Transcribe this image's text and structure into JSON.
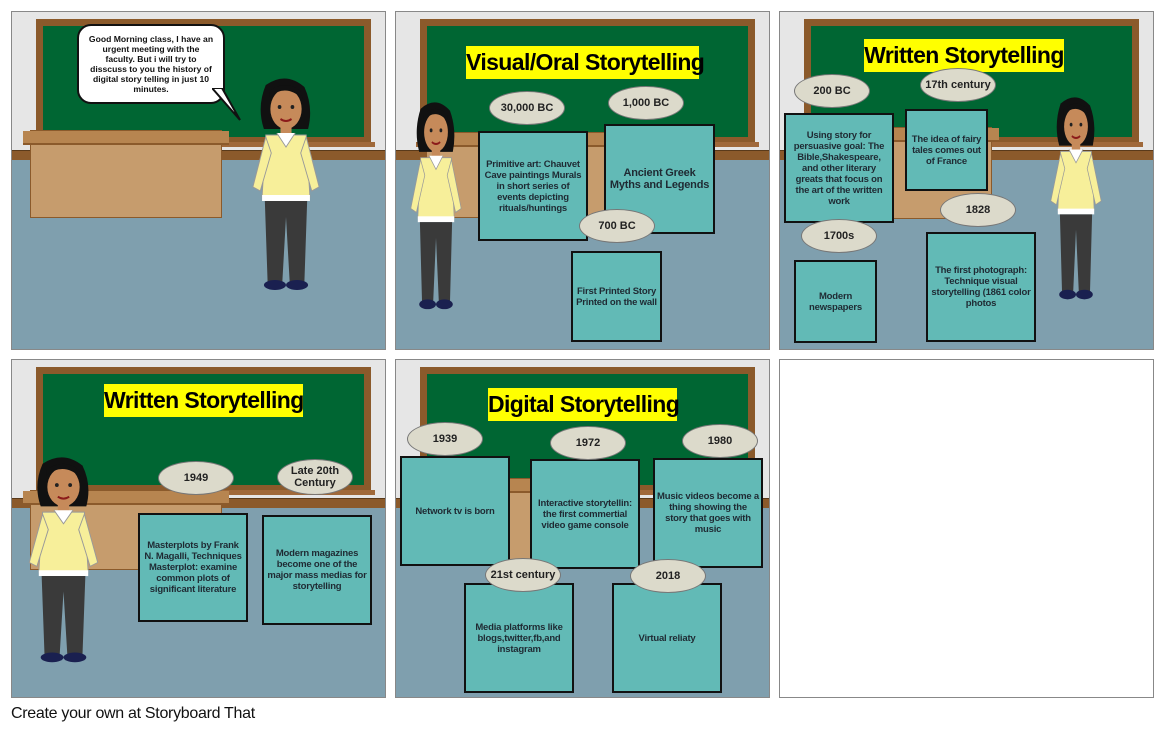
{
  "panels": [
    {
      "speech": "Good Morning class, I have an urgent meeting with the faculty. But i will try to disscuss to you the history of digital story telling in just 10 minutes."
    },
    {
      "title": "Visual/Oral Storytelling",
      "dates": [
        "30,000 BC",
        "1,000 BC",
        "700 BC"
      ],
      "boxes": [
        "Primitive art: Chauvet Cave paintings Murals in short series of events depicting rituals/huntings",
        "Ancient Greek Myths and Legends",
        "First Printed Story Printed on the wall"
      ]
    },
    {
      "title": "Written Storytelling",
      "dates": [
        "200 BC",
        "17th century",
        "1828",
        "1700s"
      ],
      "boxes": [
        "Using story for persuasive goal: The Bible,Shakespeare, and other literary greats that focus on the art of the written work",
        "The idea of fairy tales comes out of France",
        "Modern newspapers",
        "The first photograph: Technique visual storytelling (1861 color photos"
      ]
    },
    {
      "title": "Written Storytelling",
      "dates": [
        "1949",
        "Late 20th Century"
      ],
      "boxes": [
        "Masterplots by Frank N. Magalli, Techniques Masterplot: examine common plots of significant literature",
        "Modern magazines become one of the major mass medias for storytelling"
      ]
    },
    {
      "title": "Digital Storytelling",
      "dates": [
        "1939",
        "1972",
        "1980",
        "21st century",
        "2018"
      ],
      "boxes": [
        "Network tv is born",
        "Interactive storytellin: the first commertial video game console",
        "Music videos become a thing showing the story that goes with music",
        "Media platforms like blogs,twitter,fb,and instagram",
        "Virtual reliaty"
      ]
    }
  ],
  "footer": "Create your own at Storyboard That",
  "colors": {
    "board": "#006633",
    "frame": "#8b5a2b",
    "floor": "#7f9fae",
    "box": "#62bab6",
    "title_bg": "#ffff00",
    "oval": "#dcdacb"
  }
}
